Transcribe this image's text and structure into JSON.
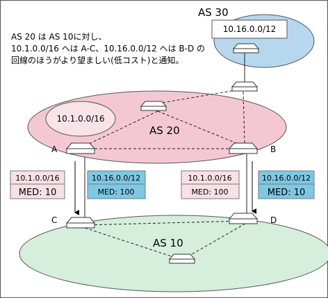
{
  "note": {
    "line1": "AS 20 は AS 10に対し、",
    "line2": "10.1.0.0/16 へは A-C、10.16.0.0/12 へは B-D の",
    "line3": "回線のほうがより望ましい(低コスト)と通知。"
  },
  "as30": {
    "label": "AS 30",
    "network": "10.16.0.0/12"
  },
  "as20": {
    "label": "AS 20",
    "network": "10.1.0.0/16"
  },
  "as10": {
    "label": "AS 10"
  },
  "routers": {
    "a": "A",
    "b": "B",
    "c": "C",
    "d": "D"
  },
  "adverts": {
    "ac_primary": {
      "network": "10.1.0.0/16",
      "med": "MED: 10"
    },
    "ac_secondary": {
      "network": "10.16.0.0/12",
      "med": "MED: 100"
    },
    "bd_secondary": {
      "network": "10.1.0.0/16",
      "med": "MED: 100"
    },
    "bd_primary": {
      "network": "10.16.0.0/12",
      "med": "MED: 10"
    }
  },
  "colors": {
    "as30_fill": "#b6d7ee",
    "as20_fill": "#f3c8d3",
    "as10_fill": "#d6eedc",
    "net_bubble": "#f8e4e8",
    "med_pink": "#f8e0e6",
    "med_blue": "#7ec8e3"
  }
}
